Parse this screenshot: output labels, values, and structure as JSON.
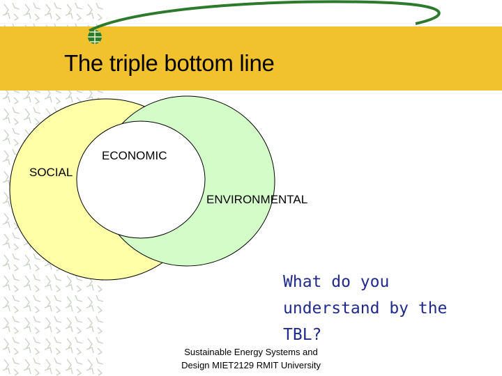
{
  "slide": {
    "title": "The triple bottom line",
    "question": "What do you understand by the TBL?",
    "footer": "Sustainable Energy Systems and Design MIET2129 RMIT University"
  },
  "venn": {
    "circles": [
      {
        "label": "SOCIAL",
        "color": "#ffffa8"
      },
      {
        "label": "ENVIRONMENTAL",
        "color": "#d4fcc8"
      },
      {
        "label": "ECONOMIC",
        "color": "#ffffff"
      }
    ]
  },
  "colors": {
    "title_bar": "#f2c12e",
    "accent_line": "#2d7a2d",
    "question_text": "#1f2a8a",
    "pattern": "#c9d2c4"
  },
  "icons": {
    "title_bullet": "globe-icon"
  }
}
